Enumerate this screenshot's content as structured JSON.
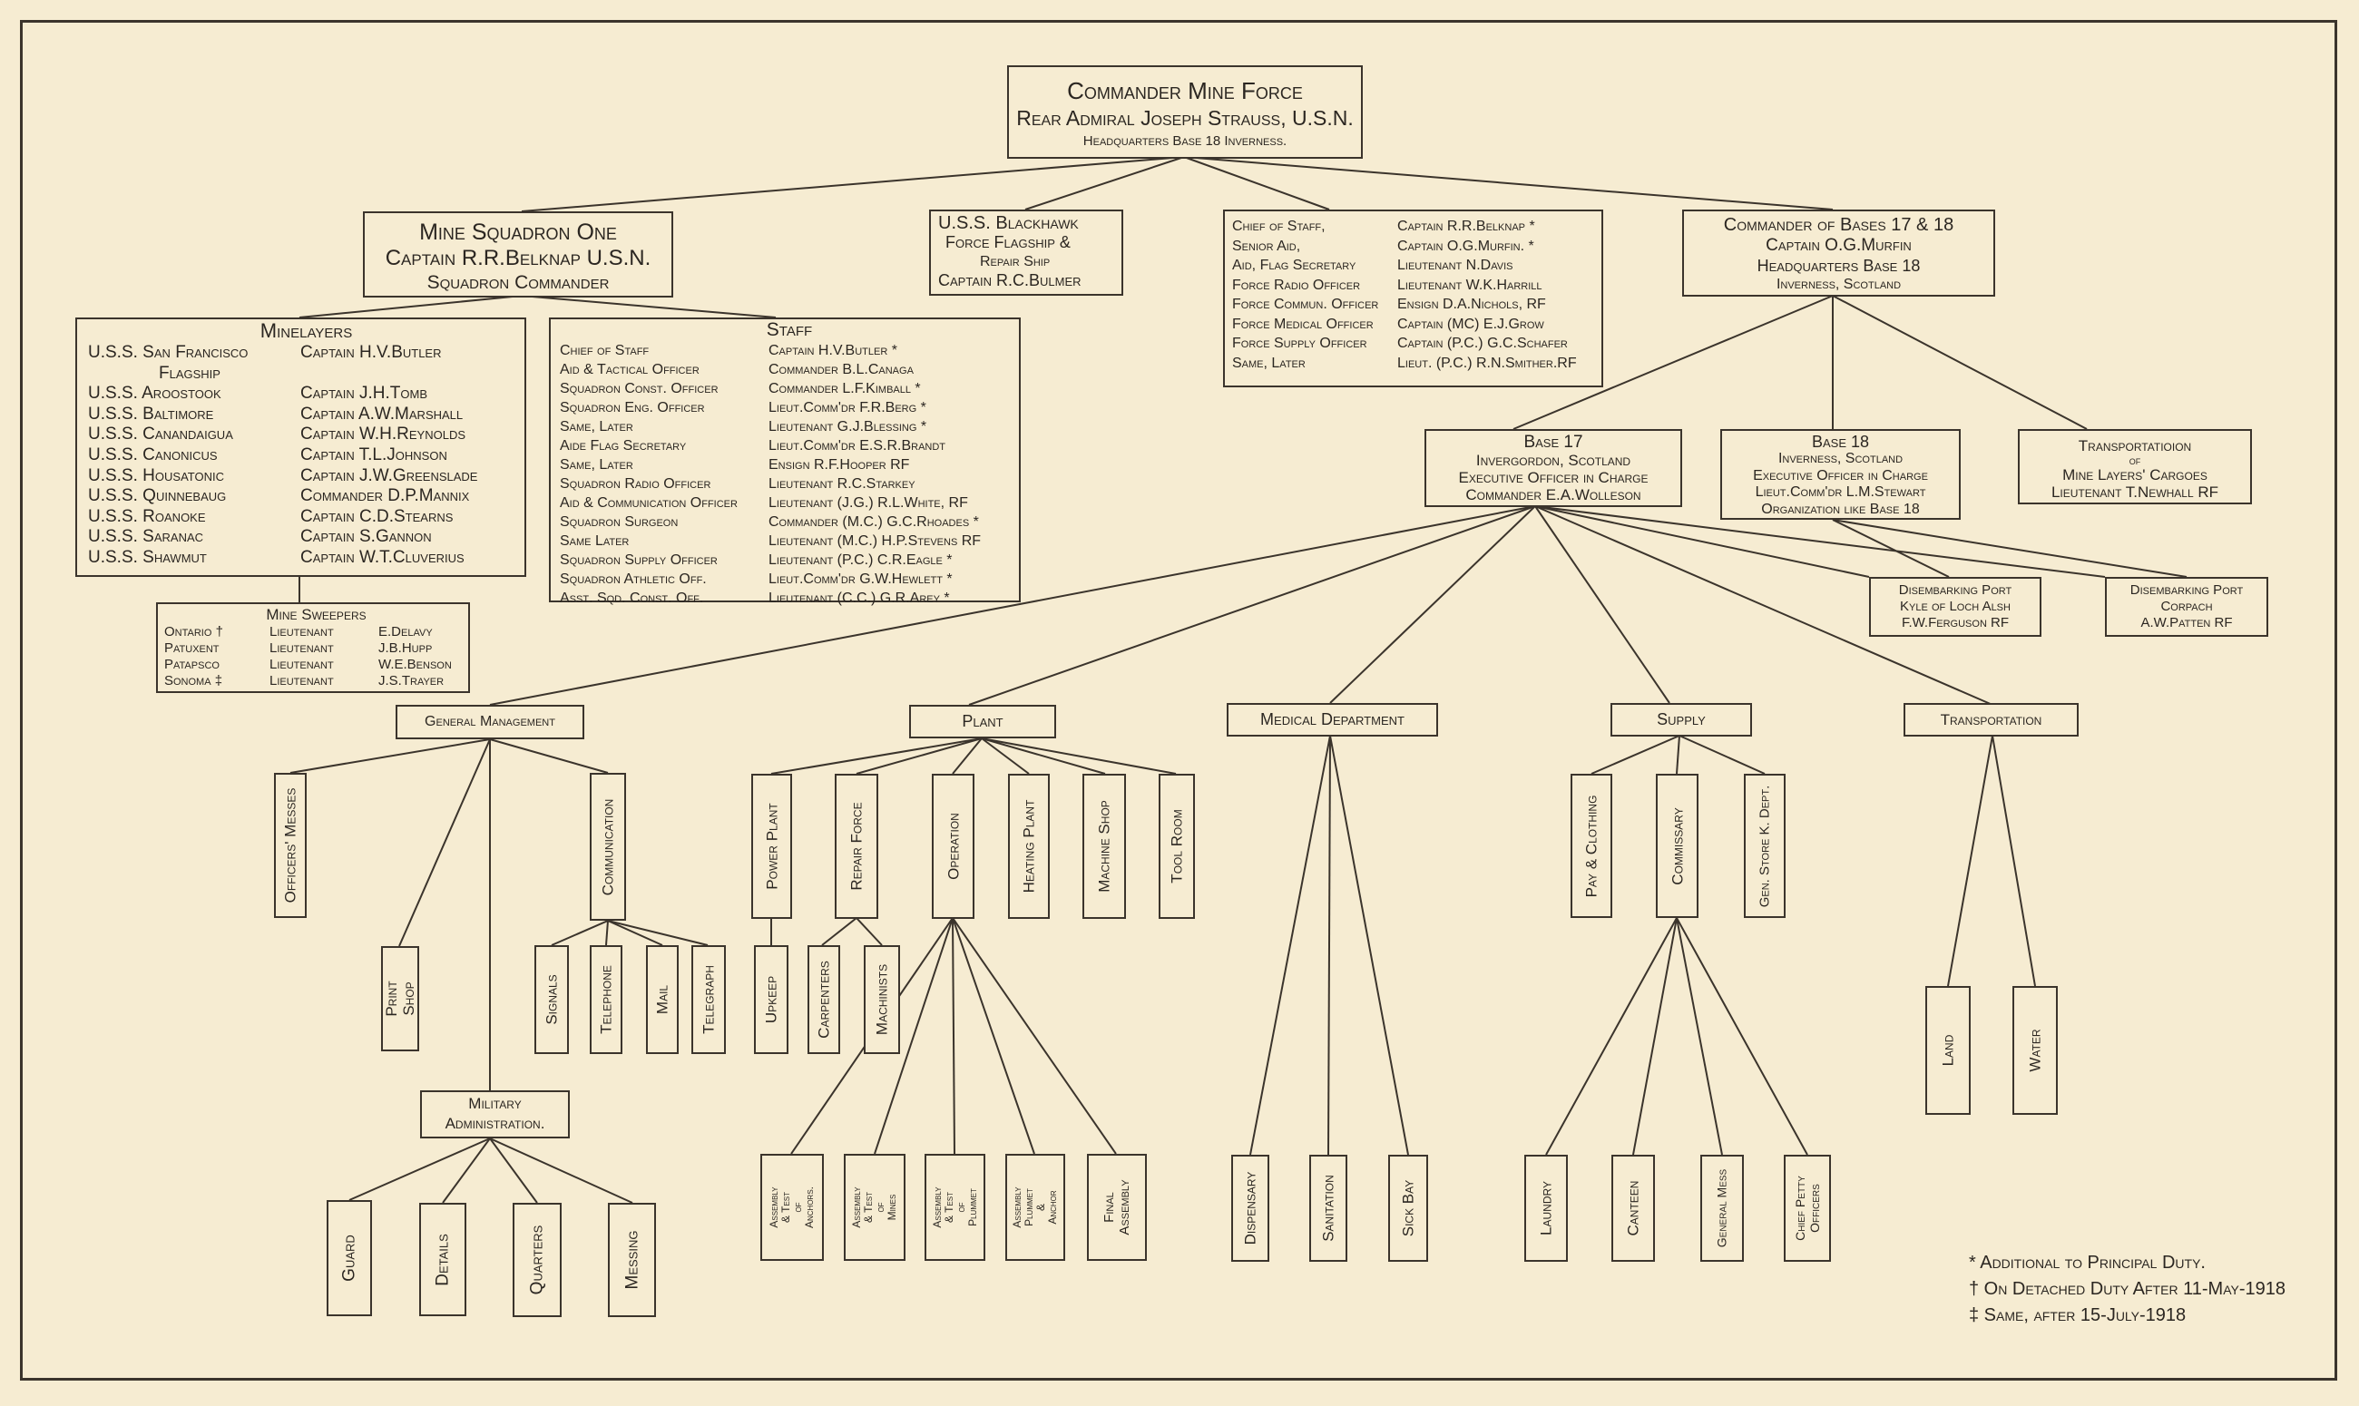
{
  "commander": {
    "title": "Commander Mine Force",
    "name": "Rear Admiral Joseph Strauss, U.S.N.",
    "hq": "Headquarters Base 18 Inverness."
  },
  "squadron": {
    "title": "Mine Squadron One",
    "name": "Captain R.R.Belknap U.S.N.",
    "role": "Squadron Commander"
  },
  "blackhawk": {
    "title": "U.S.S. Blackhawk",
    "role1": "Force Flagship &",
    "role2": "Repair Ship",
    "captain": "Captain R.C.Bulmer"
  },
  "chief_staff_box": {
    "rows": [
      [
        "Chief of Staff,",
        "Captain R.R.Belknap *"
      ],
      [
        "Senior Aid,",
        "Captain O.G.Murfin. *"
      ],
      [
        "Aid, Flag Secretary",
        "Lieutenant N.Davis"
      ],
      [
        "Force Radio Officer",
        "Lieutenant W.K.Harrill"
      ],
      [
        "Force Commun. Officer",
        "Ensign D.A.Nichols, RF"
      ],
      [
        "Force Medical Officer",
        "Captain (MC) E.J.Grow"
      ],
      [
        "Force Supply Officer",
        "Captain (P.C.) G.C.Schafer"
      ],
      [
        "Same, Later",
        "Lieut. (P.C.) R.N.Smither.RF"
      ]
    ]
  },
  "bases_commander": {
    "title": "Commander of Bases 17 & 18",
    "name": "Captain O.G.Murfin",
    "hq": "Headquarters Base 18",
    "place": "Inverness, Scotland"
  },
  "minelayers": {
    "title": "Minelayers",
    "ships": [
      [
        "U.S.S. San Francisco",
        "Captain H.V.Butler"
      ],
      [
        "Flagship",
        ""
      ],
      [
        "U.S.S. Aroostook",
        "Captain J.H.Tomb"
      ],
      [
        "U.S.S. Baltimore",
        "Captain A.W.Marshall"
      ],
      [
        "U.S.S. Canandaigua",
        "Captain W.H.Reynolds"
      ],
      [
        "U.S.S. Canonicus",
        "Captain T.L.Johnson"
      ],
      [
        "U.S.S. Housatonic",
        "Captain J.W.Greenslade"
      ],
      [
        "U.S.S. Quinnebaug",
        "Commander D.P.Mannix"
      ],
      [
        "U.S.S. Roanoke",
        "Captain C.D.Stearns"
      ],
      [
        "U.S.S. Saranac",
        "Captain S.Gannon"
      ],
      [
        "U.S.S. Shawmut",
        "Captain W.T.Cluverius"
      ]
    ]
  },
  "staff": {
    "title": "Staff",
    "rows": [
      [
        "Chief of Staff",
        "Captain H.V.Butler *"
      ],
      [
        "Aid & Tactical Officer",
        "Commander B.L.Canaga"
      ],
      [
        "Squadron Const. Officer",
        "Commander L.F.Kimball *"
      ],
      [
        "Squadron Eng. Officer",
        "Lieut.Comm'dr F.R.Berg *"
      ],
      [
        "Same, Later",
        "Lieutenant G.J.Blessing *"
      ],
      [
        "Aide Flag Secretary",
        "Lieut.Comm'dr E.S.R.Brandt"
      ],
      [
        "Same, Later",
        "Ensign R.F.Hooper RF"
      ],
      [
        "Squadron Radio Officer",
        "Lieutenant R.C.Starkey"
      ],
      [
        "Aid & Communication Officer",
        "Lieutenant (J.G.) R.L.White, RF"
      ],
      [
        "Squadron Surgeon",
        "Commander (M.C.) G.C.Rhoades *"
      ],
      [
        "Same Later",
        "Lieutenant (M.C.) H.P.Stevens RF"
      ],
      [
        "Squadron Supply Officer",
        "Lieutenant (P.C.) C.R.Eagle *"
      ],
      [
        "Squadron Athletic Off.",
        "Lieut.Comm'dr G.W.Hewlett *"
      ],
      [
        "Asst. Sqd. Const. Off.",
        "Lieutenant (C.C.) G.R.Arey *"
      ]
    ]
  },
  "sweepers": {
    "title": "Mine Sweepers",
    "rows": [
      [
        "Ontario †",
        "Lieutenant",
        "E.Delavy"
      ],
      [
        "Patuxent",
        "Lieutenant",
        "J.B.Hupp"
      ],
      [
        "Patapsco",
        "Lieutenant",
        "W.E.Benson"
      ],
      [
        "Sonoma ‡",
        "Lieutenant",
        "J.S.Trayer"
      ]
    ]
  },
  "base17": {
    "title": "Base 17",
    "place": "Invergordon, Scotland",
    "role": "Executive Officer in Charge",
    "name": "Commander E.A.Wolleson"
  },
  "base18": {
    "title": "Base 18",
    "place": "Inverness, Scotland",
    "role": "Executive Officer in Charge",
    "name": "Lieut.Comm'dr L.M.Stewart",
    "note": "Organization like Base 18"
  },
  "transport_box": {
    "title": "Transportatioion",
    "of": "of",
    "cargo": "Mine Layers' Cargoes",
    "name": "Lieutenant T.Newhall RF"
  },
  "port_kyle": {
    "title": "Disembarking Port",
    "place": "Kyle of Loch Alsh",
    "name": "F.W.Ferguson RF"
  },
  "port_corpach": {
    "title": "Disembarking Port",
    "place": "Corpach",
    "name": "A.W.Patten RF"
  },
  "departments": {
    "general": "General Management",
    "plant": "Plant",
    "medical": "Medical Department",
    "supply": "Supply",
    "transportation": "Transportation"
  },
  "units": {
    "officers_messes": "Officers' Messes",
    "print_shop": [
      "Print",
      "Shop"
    ],
    "communication": "Communication",
    "signals": "Signals",
    "telephone": "Telephone",
    "mail": "Mail",
    "telegraph": "Telegraph",
    "military_admin": [
      "Military",
      "Administration."
    ],
    "guard": "Guard",
    "details": "Details",
    "quarters": "Quarters",
    "messing": "Messing",
    "power_plant": "Power Plant",
    "repair_force": "Repair Force",
    "operation": "Operation",
    "heating_plant": "Heating Plant",
    "machine_shop": "Machine Shop",
    "tool_room": "Tool Room",
    "upkeep": "Upkeep",
    "carpenters": "Carpenters",
    "machinists": "Machinists",
    "asm_anchors": [
      "Assembly",
      "& Test",
      "of",
      "Anchors."
    ],
    "asm_mines": [
      "Assembly",
      "& Test",
      "of",
      "Mines"
    ],
    "asm_plummet": [
      "Assembly",
      "& Test",
      "of",
      "Plummet"
    ],
    "asm_plummet_anchor": [
      "Assembly",
      "Plummet",
      "&",
      "Anchor"
    ],
    "final_assembly": [
      "Final",
      "Assembly"
    ],
    "dispensary": "Dispensary",
    "sanitation": "Sanitation",
    "sick_bay": "Sick Bay",
    "pay_clothing": "Pay & Clothing",
    "commissary": "Commissary",
    "gen_store": "Gen. Store K. Dept.",
    "laundry": "Laundry",
    "canteen": "Canteen",
    "general_mess": "General Mess",
    "chief_petty": [
      "Chief Petty",
      "Officers"
    ],
    "land": "Land",
    "water": "Water"
  },
  "legend": {
    "star": "* Additional to Principal Duty.",
    "dagger": "† On Detached Duty After 11-May-1918",
    "ddagger": "‡ Same, after 15-July-1918"
  }
}
